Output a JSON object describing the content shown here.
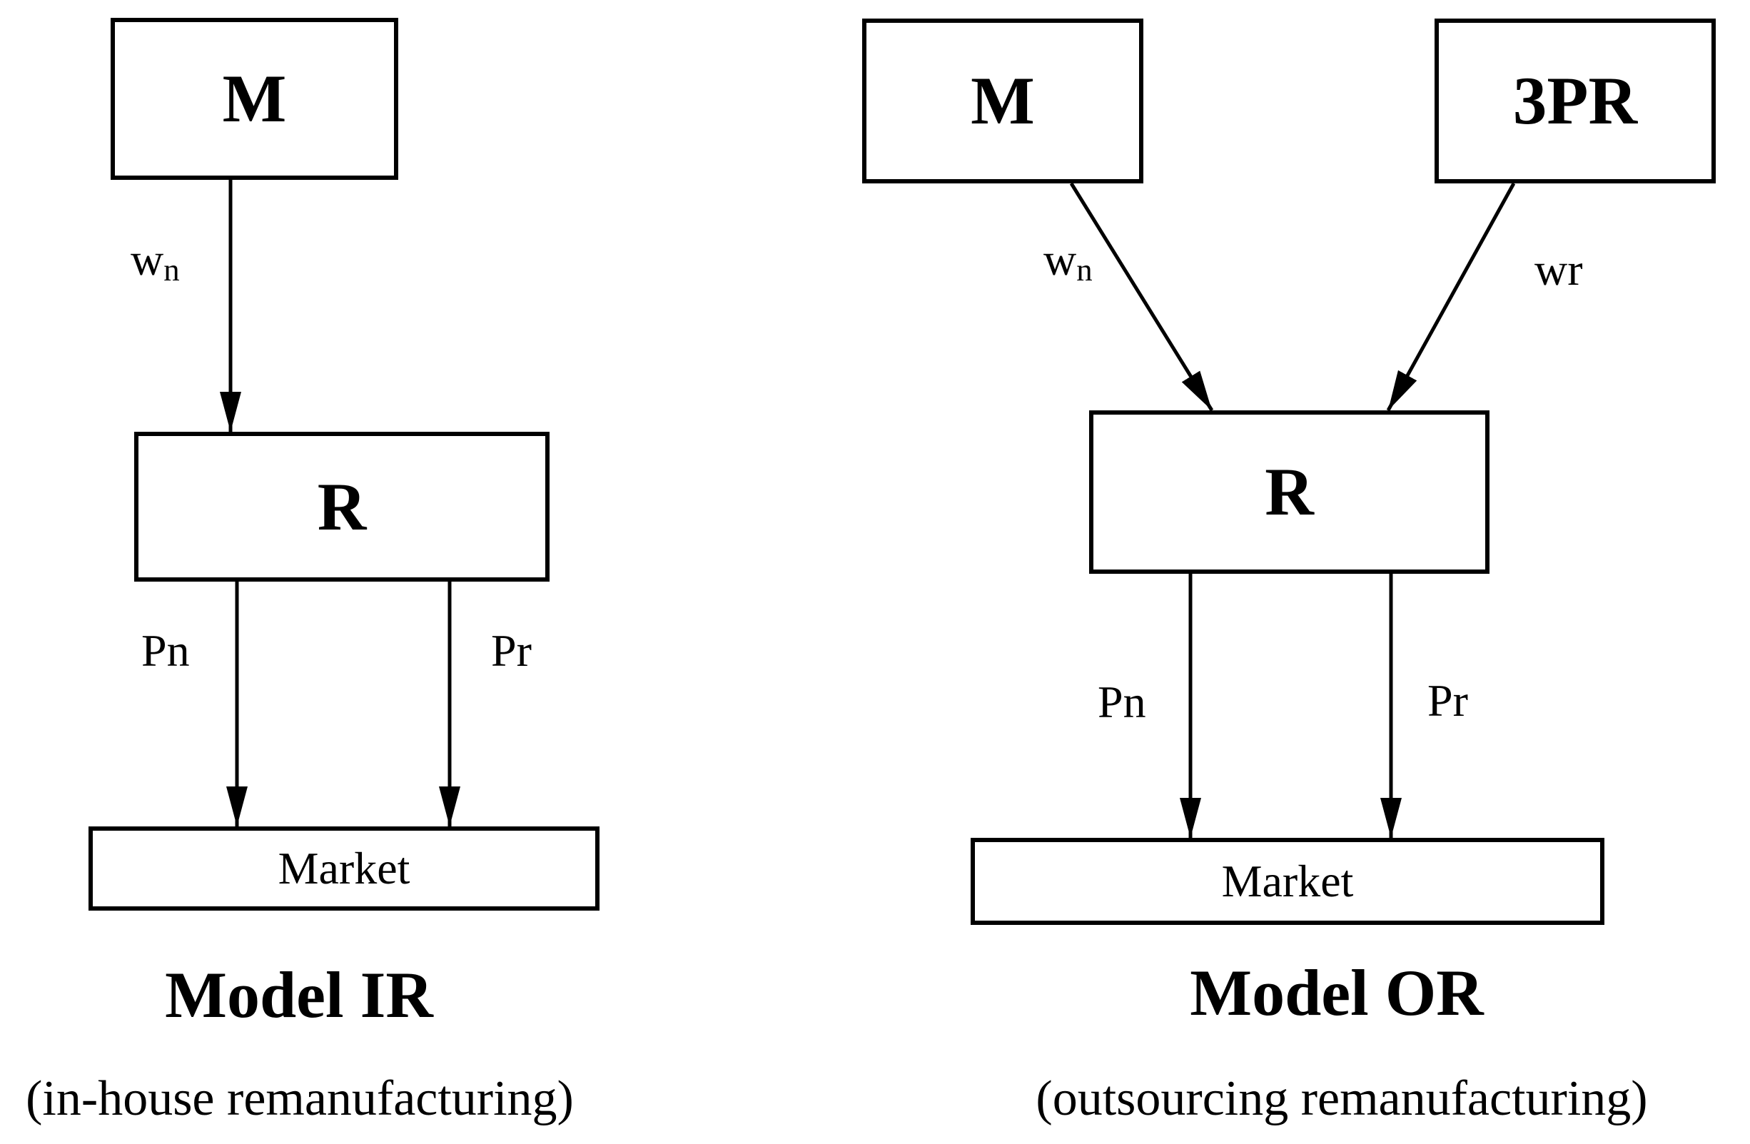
{
  "figure": {
    "background": "#ffffff",
    "ink": "#000000"
  },
  "model_ir": {
    "manufacturer_box": "M",
    "retailer_box": "R",
    "market_box": "Market",
    "wholesale_label": {
      "base": "w",
      "sub": "n"
    },
    "new_price_label": "Pn",
    "reman_price_label": "Pr",
    "title": "Model IR",
    "subtitle": "(in-house remanufacturing)"
  },
  "model_or": {
    "manufacturer_box": "M",
    "third_party_box": "3PR",
    "retailer_box": "R",
    "market_box": "Market",
    "wholesale_new_label": {
      "base": "w",
      "sub": "n"
    },
    "wholesale_reman_label": "wr",
    "new_price_label": "Pn",
    "reman_price_label": "Pr",
    "title": "Model OR",
    "subtitle": "(outsourcing remanufacturing)"
  }
}
